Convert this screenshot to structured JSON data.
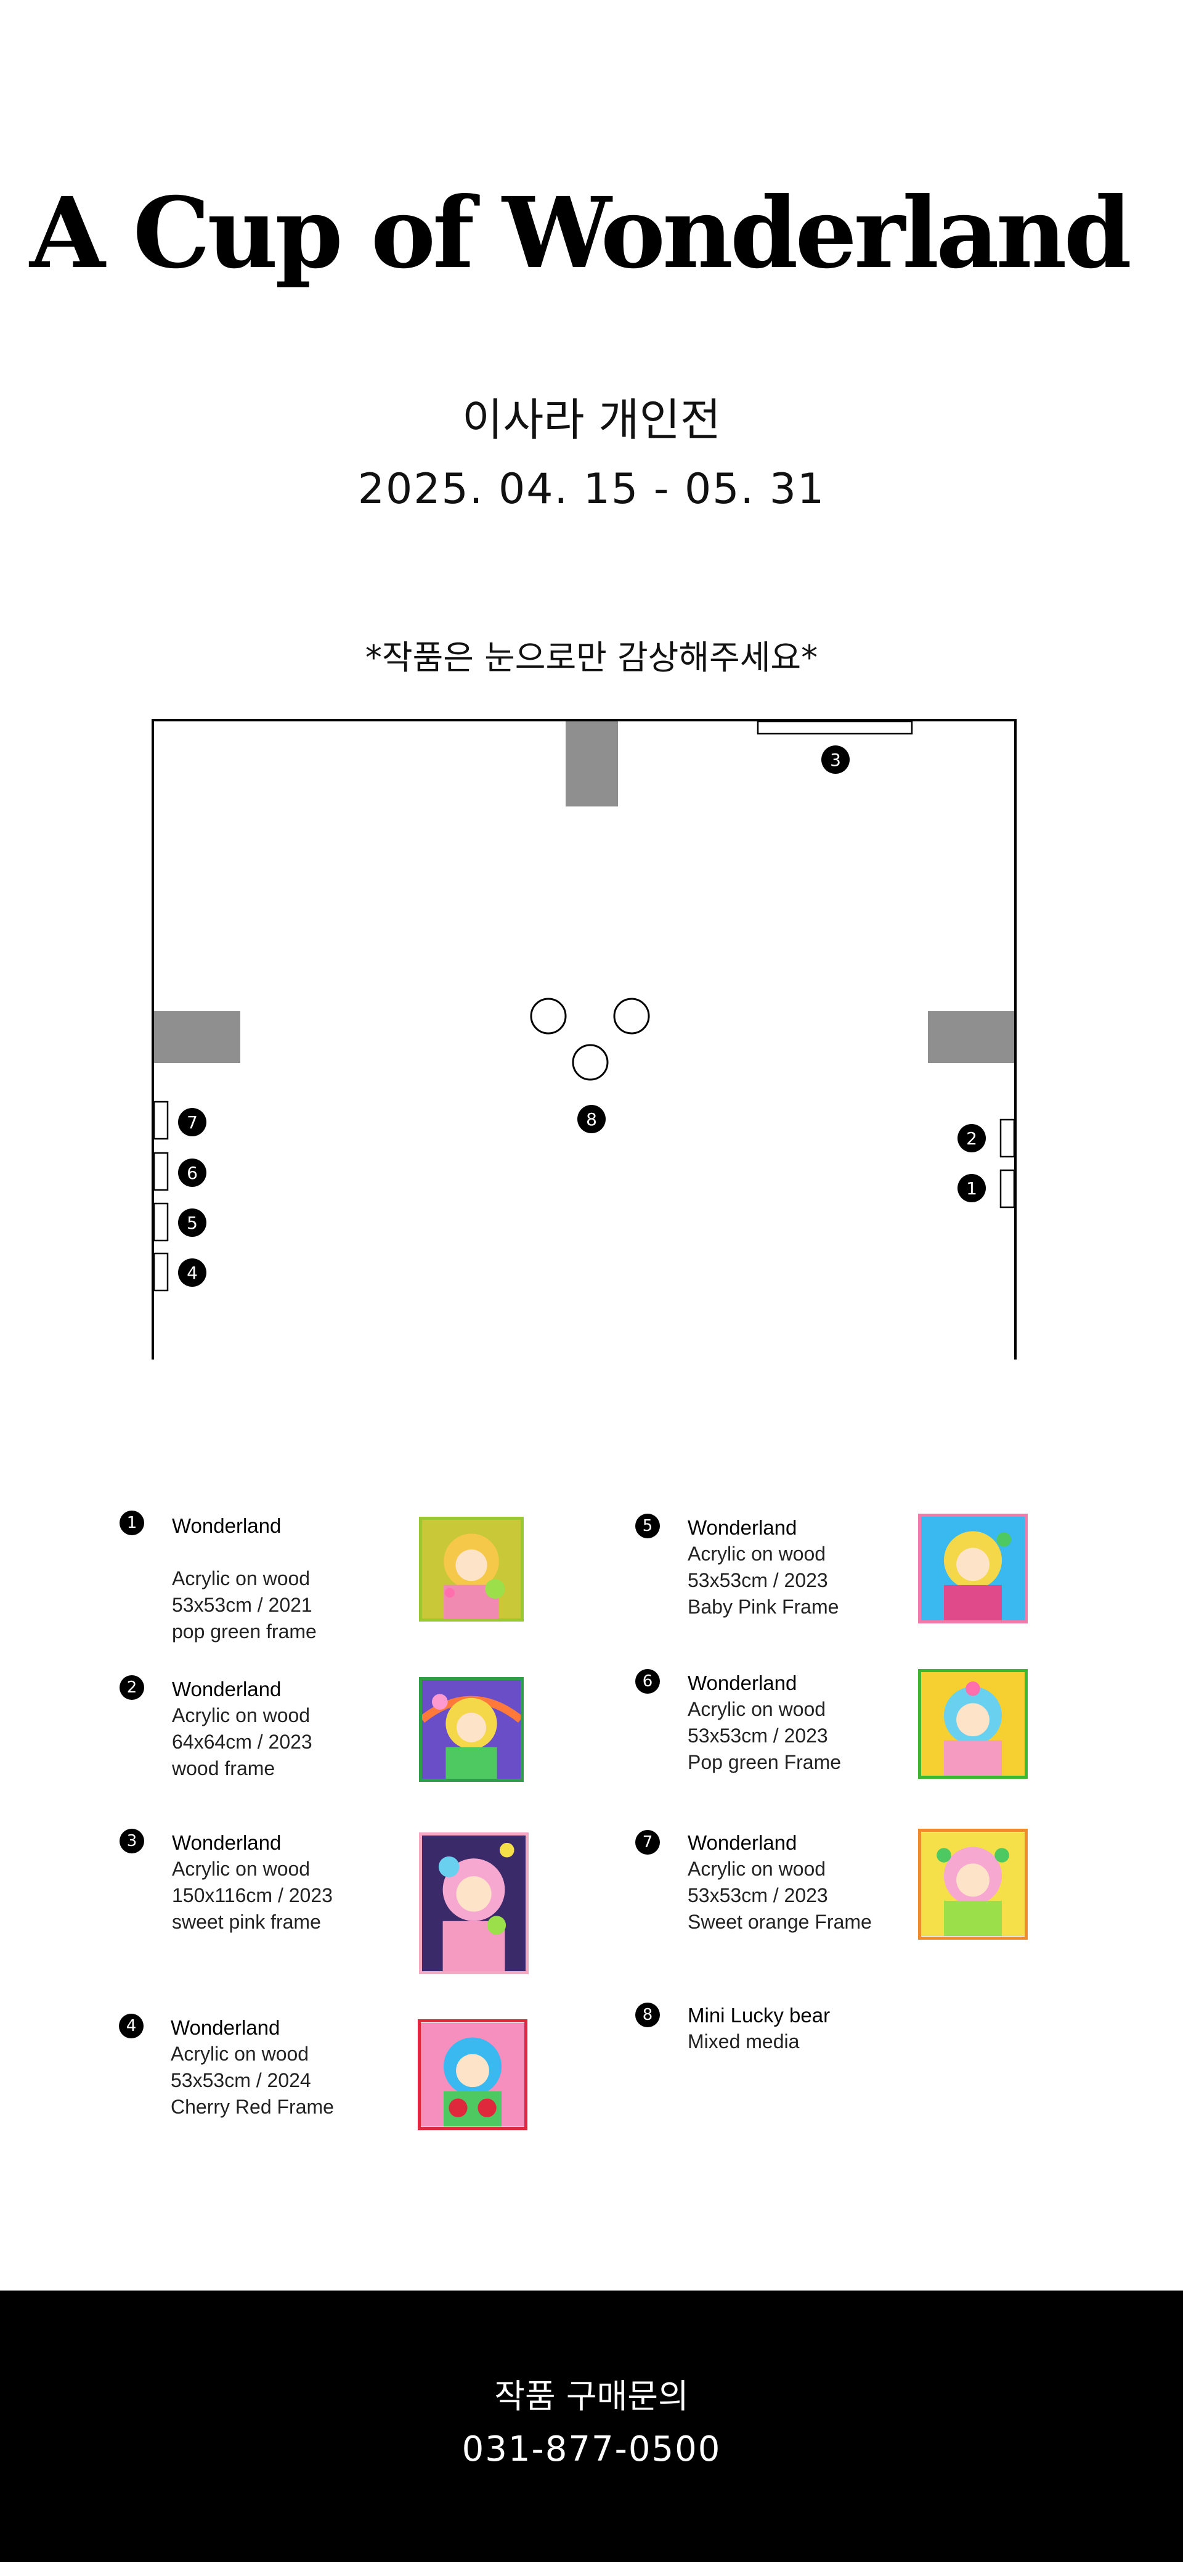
{
  "title": "A Cup of Wonderland",
  "subtitle": "이사라 개인전",
  "dates": "2025. 04. 15 - 05. 31",
  "notice": "*작품은 눈으로만 감상해주세요*",
  "floorplan_markers": [
    "1",
    "2",
    "3",
    "4",
    "5",
    "6",
    "7",
    "8"
  ],
  "artworks": [
    {
      "num": "1",
      "title": "Wonderland",
      "lines": [
        "Acrylic on wood",
        "53x53cm / 2021",
        "pop green frame"
      ],
      "frame_color": "#9bc830"
    },
    {
      "num": "2",
      "title": "Wonderland",
      "lines": [
        "Acrylic on wood",
        "64x64cm / 2023",
        "wood frame"
      ],
      "frame_color": "#2e9e4a"
    },
    {
      "num": "3",
      "title": "Wonderland",
      "lines": [
        "Acrylic on wood",
        "150x116cm / 2023",
        "sweet pink frame"
      ],
      "frame_color": "#f4a8c4"
    },
    {
      "num": "4",
      "title": "Wonderland",
      "lines": [
        "Acrylic on wood",
        "53x53cm / 2024",
        "Cherry Red Frame"
      ],
      "frame_color": "#e0283c"
    },
    {
      "num": "5",
      "title": "Wonderland",
      "lines": [
        "Acrylic on wood",
        "53x53cm / 2023",
        "Baby Pink Frame"
      ],
      "frame_color": "#f07aa8"
    },
    {
      "num": "6",
      "title": "Wonderland",
      "lines": [
        "Acrylic on wood",
        "53x53cm / 2023",
        "Pop green Frame"
      ],
      "frame_color": "#3cb830"
    },
    {
      "num": "7",
      "title": "Wonderland",
      "lines": [
        "Acrylic on wood",
        "53x53cm / 2023",
        "Sweet orange Frame"
      ],
      "frame_color": "#f08a2a"
    },
    {
      "num": "8",
      "title": "Mini Lucky bear",
      "lines": [
        "Mixed media"
      ]
    }
  ],
  "footer": {
    "label": "작품 구매문의",
    "phone": "031-877-0500"
  }
}
